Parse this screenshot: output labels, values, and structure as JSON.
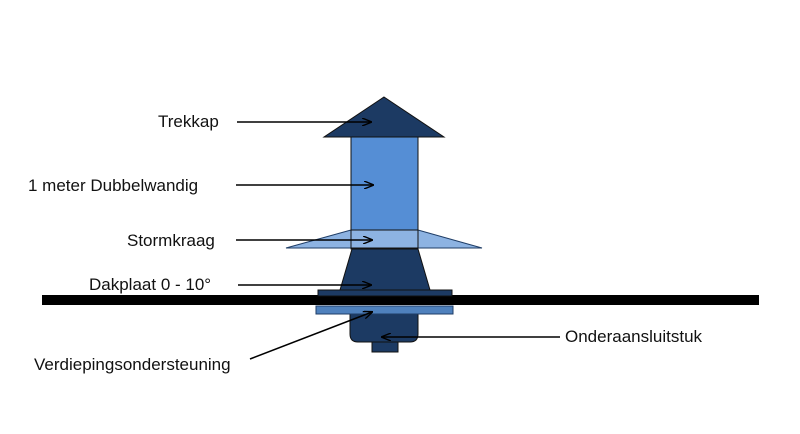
{
  "labels": {
    "trekkap": "Trekkap",
    "dubbelwandig": "1 meter Dubbelwandig",
    "stormkraag": "Stormkraag",
    "dakplaat": "Dakplaat 0 - 10°",
    "onderaansluitstuk": "Onderaansluitstuk",
    "verdiepingsondersteuning": "Verdiepingsondersteuning"
  },
  "colors": {
    "dark_navy": "#1c3a63",
    "mid_blue": "#558ed5",
    "light_blue": "#8db3e2",
    "roof": "#000000",
    "outline": "#111111",
    "support_plate": "#4f81bd"
  }
}
